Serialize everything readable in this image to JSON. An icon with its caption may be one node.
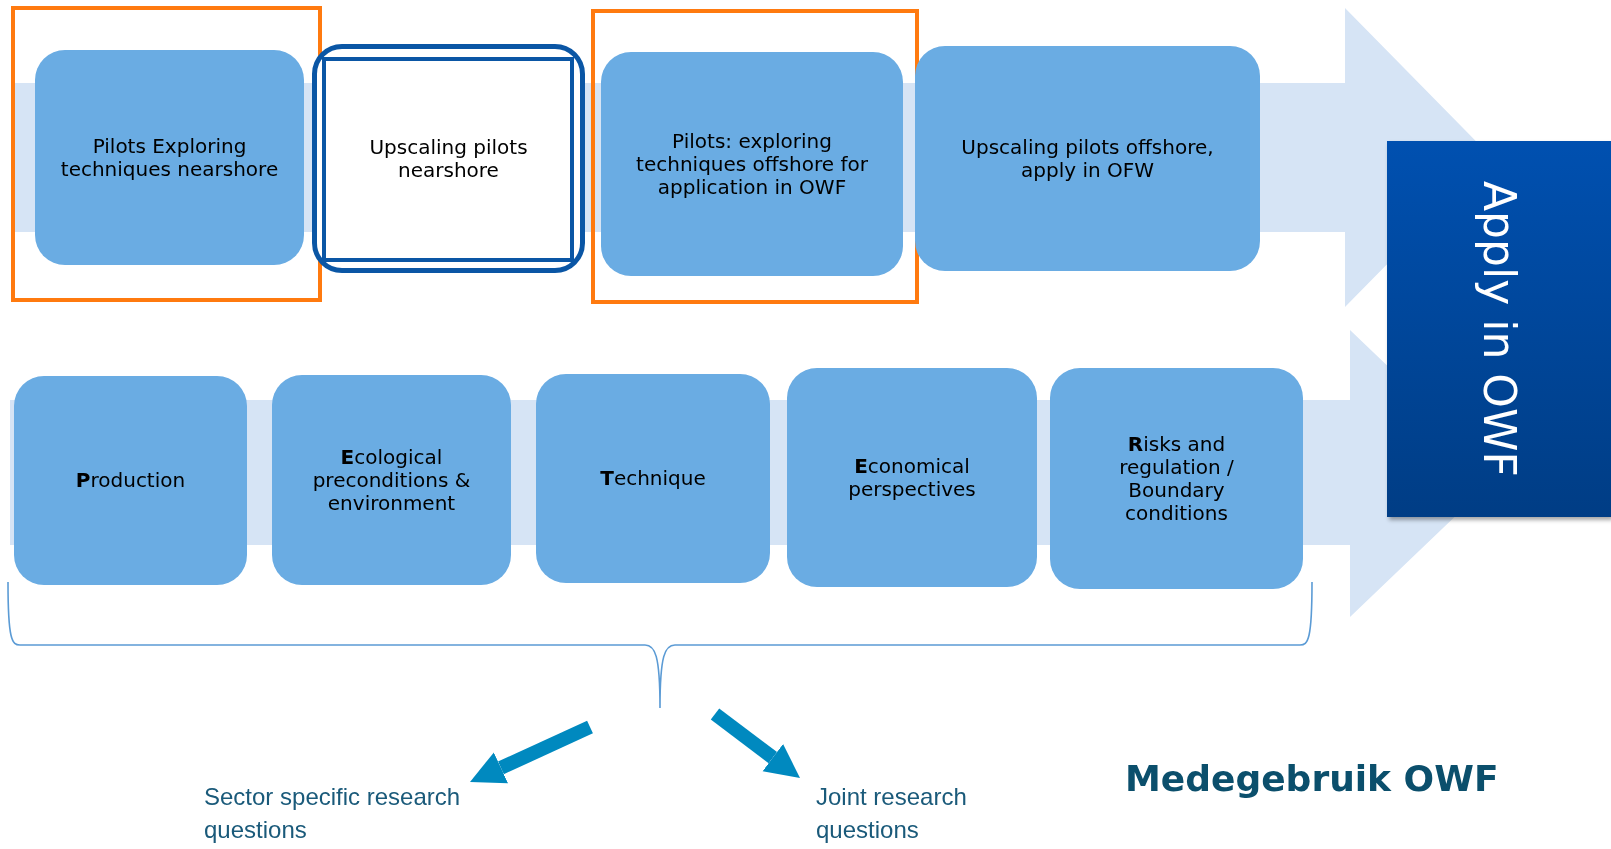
{
  "diagram": {
    "title": "Medegebruik OWF",
    "nodes": [
      {
        "text": [],
        "shape": "box"
      },
      {
        "text": [
          "Pilots Exploring techniques nearshore"
        ],
        "in": 0
      },
      {
        "text": [
          "Upscaling pilots nearshore"
        ]
      },
      {
        "text": [],
        "shape": "box"
      },
      {
        "text": [
          "Pilots: exploring techniques offshore for application in OWF"
        ],
        "in": 3
      },
      {
        "text": [
          "Upscaling pilots offshore, apply in OFW"
        ]
      },
      {
        "text": [
          "**P**roduction"
        ]
      },
      {
        "text": [
          "**E**cological preconditions & environment"
        ]
      },
      {
        "text": [
          "**T**echnique"
        ]
      },
      {
        "text": [
          "**E**conomical perspectives"
        ]
      },
      {
        "text": [
          "**R**isks and regulation / Boundary conditions"
        ]
      },
      {
        "text": [
          "Apply in OWF"
        ]
      },
      {
        "text": [],
        "shape": "brace"
      },
      {
        "text": [
          "Sector specific research questions"
        ]
      },
      {
        "text": [
          "Joint research questions"
        ]
      }
    ],
    "edges": [
      {
        "from": null,
        "to": 11,
        "arrow": "to",
        "color": "#d6e4f5"
      },
      {
        "from": null,
        "to": 11,
        "arrow": "to",
        "color": "#d6e4f5"
      },
      {
        "from": 12,
        "to": 13,
        "arrow": "to"
      },
      {
        "from": 12,
        "to": 14,
        "arrow": "to"
      }
    ]
  }
}
